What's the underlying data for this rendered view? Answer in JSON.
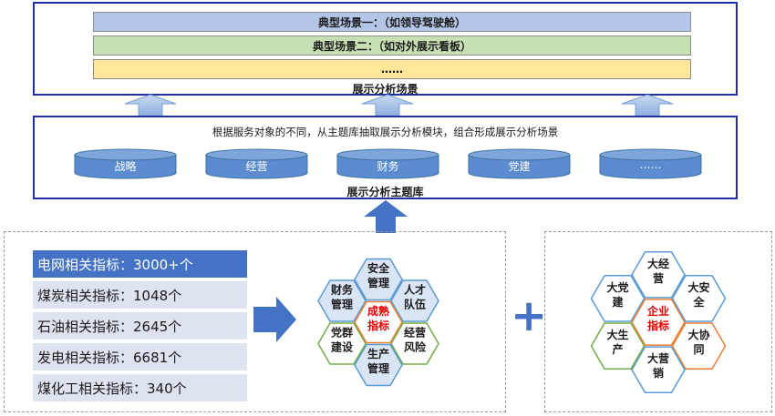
{
  "scenes": {
    "items": [
      "典型场景一：（如领导驾驶舱）",
      "典型场景二：（如对外展示看板）",
      "……"
    ],
    "title": "展示分析场景"
  },
  "topics": {
    "description": "根据服务对象的不同，从主题库抽取展示分析模块，组合形成展示分析场景",
    "items": [
      "战略",
      "经营",
      "财务",
      "党建",
      "……"
    ],
    "title": "展示分析主题库"
  },
  "indicators": [
    "电网相关指标：3000+个",
    "煤炭相关指标：1048个",
    "石油相关指标：2645个",
    "发电相关指标：6681个",
    "煤化工相关指标：340个"
  ],
  "maturity_hex": {
    "center": [
      "成熟",
      "指标"
    ],
    "cells": [
      [
        "安全",
        "管理"
      ],
      [
        "人才",
        "队伍"
      ],
      [
        "经营",
        "风险"
      ],
      [
        "生产",
        "管理"
      ],
      [
        "党群",
        "建设"
      ],
      [
        "财务",
        "管理"
      ]
    ]
  },
  "enterprise_hex": {
    "center": [
      "企业",
      "指标"
    ],
    "cells": [
      [
        "大经",
        "营"
      ],
      [
        "大安",
        "全"
      ],
      [
        "大协",
        "同"
      ],
      [
        "大营",
        "销"
      ],
      [
        "大生",
        "产"
      ],
      [
        "大党",
        "建"
      ]
    ]
  },
  "plus_symbol": "+",
  "colors": {
    "frame_blue": "#1f2fa6",
    "arrow_blue": "#4472c4",
    "cylinder_blue": "#5b8bd0",
    "highlight_red": "#e00000",
    "hex_blue_fill": "#d9e4f5",
    "hex_blue_stroke": "#5b9bd5",
    "hex_orange_stroke": "#ed7d31",
    "hex_green_stroke": "#70ad47"
  }
}
